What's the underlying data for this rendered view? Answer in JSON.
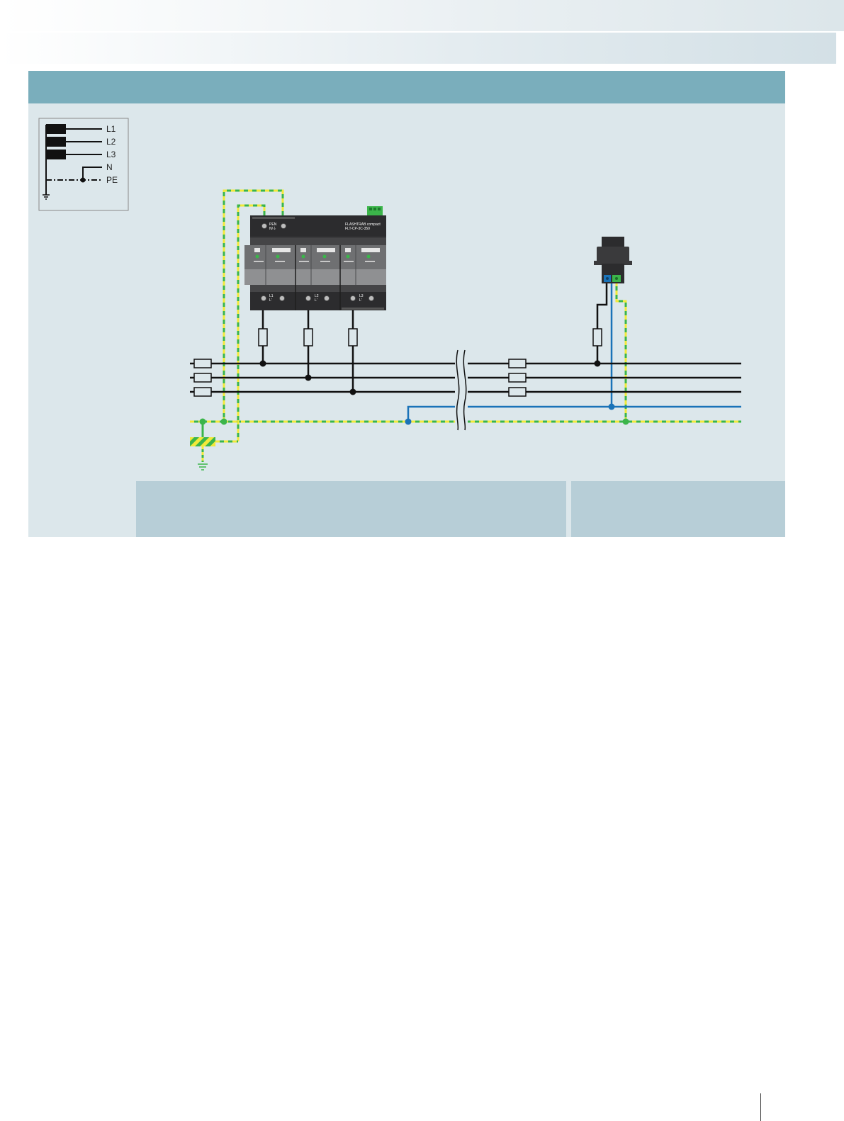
{
  "legend": {
    "lines": [
      {
        "label": "L1"
      },
      {
        "label": "L2"
      },
      {
        "label": "L3"
      },
      {
        "label": "N"
      },
      {
        "label": "PE"
      }
    ]
  },
  "device_main": {
    "terminal_top": "PEN",
    "terminal_top_sub": "N/⏚",
    "brand": "FLASHTRAB compact",
    "brand_sub": "FLT-CP-3C-350",
    "terminal_l1": "L1",
    "terminal_l2": "L2",
    "terminal_l3": "L3",
    "terminal_sub": "L'"
  },
  "colors": {
    "phase": "#111111",
    "neutral": "#1a73b8",
    "pe_green": "#3bb54a",
    "pe_yellow": "#f2e93a",
    "header": "#7aaebc",
    "panel": "#dce7eb",
    "caption": "#b7ced7"
  }
}
